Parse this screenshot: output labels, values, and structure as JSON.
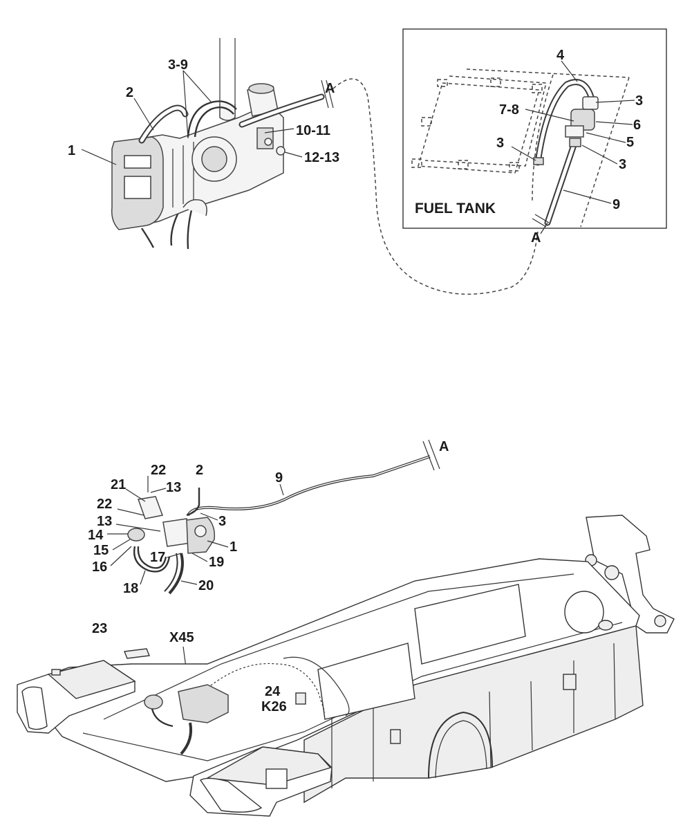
{
  "heater_view": {
    "labels": [
      "1",
      "2",
      "3-9",
      "10-11",
      "12-13",
      "A"
    ]
  },
  "fuel_tank_inset": {
    "title": "FUEL TANK",
    "labels": [
      "4",
      "3",
      "7-8",
      "6",
      "5",
      "3",
      "3",
      "9",
      "A"
    ]
  },
  "chassis_view": {
    "labels": [
      "A",
      "9",
      "2",
      "22",
      "21",
      "13",
      "22",
      "3",
      "13",
      "14",
      "1",
      "15",
      "17",
      "19",
      "16",
      "18",
      "20",
      "23",
      "X45",
      "24",
      "K26"
    ]
  }
}
